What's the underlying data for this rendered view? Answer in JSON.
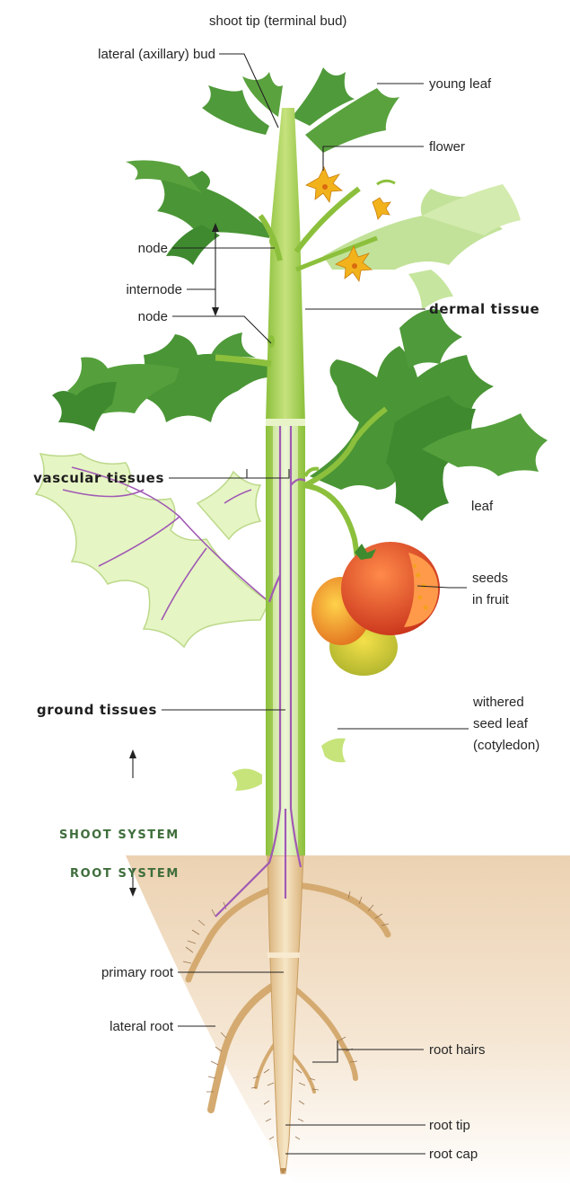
{
  "labels": {
    "shoot_tip": "shoot tip (terminal bud)",
    "lateral_bud": "lateral (axillary) bud",
    "young_leaf": "young leaf",
    "flower": "flower",
    "node_upper": "node",
    "internode": "internode",
    "node_lower": "node",
    "dermal_tissue": "dermal tissue",
    "vascular_tissues": "vascular tissues",
    "leaf": "leaf",
    "seeds_line1": "seeds",
    "seeds_line2": "in fruit",
    "ground_tissues": "ground tissues",
    "withered_line1": "withered",
    "withered_line2": "seed leaf",
    "withered_line3": "(cotyledon)",
    "shoot_system": "SHOOT SYSTEM",
    "root_system": "ROOT SYSTEM",
    "primary_root": "primary root",
    "lateral_root": "lateral root",
    "root_hairs": "root hairs",
    "root_tip": "root tip",
    "root_cap": "root cap"
  },
  "colors": {
    "stem": "#a9d45a",
    "leaf": "#4f9a3a",
    "pale_leaf": "#dff0b4",
    "vascular": "#a05ab4",
    "soil": "#f1dcc2",
    "root": "#e3c492",
    "fruit": "#e0431e",
    "system_label": "#3f6e3c"
  }
}
